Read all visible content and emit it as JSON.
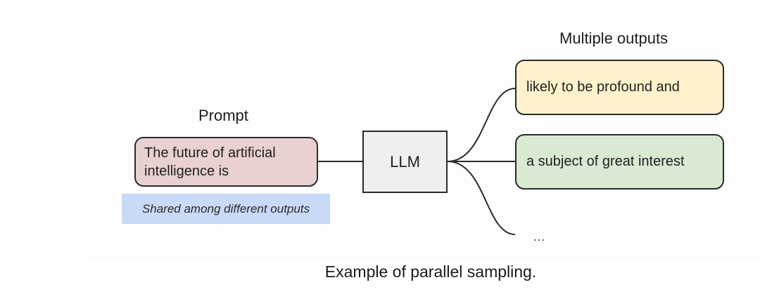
{
  "diagram": {
    "prompt_heading": "Prompt",
    "outputs_heading": "Multiple outputs",
    "prompt_text": "The future of artificial intelligence is",
    "llm_label": "LLM",
    "shared_label": "Shared among different outputs",
    "outputs": [
      "likely to be profound and",
      "a subject of great interest"
    ],
    "ellipsis": "…"
  },
  "caption": "Example of parallel sampling.",
  "colors": {
    "prompt_fill": "#ead1d1",
    "llm_fill": "#efefef",
    "output_1_fill": "#fff2cc",
    "output_2_fill": "#d9ead3",
    "shared_fill": "#c9daf8",
    "stroke": "#2a2a2a"
  }
}
